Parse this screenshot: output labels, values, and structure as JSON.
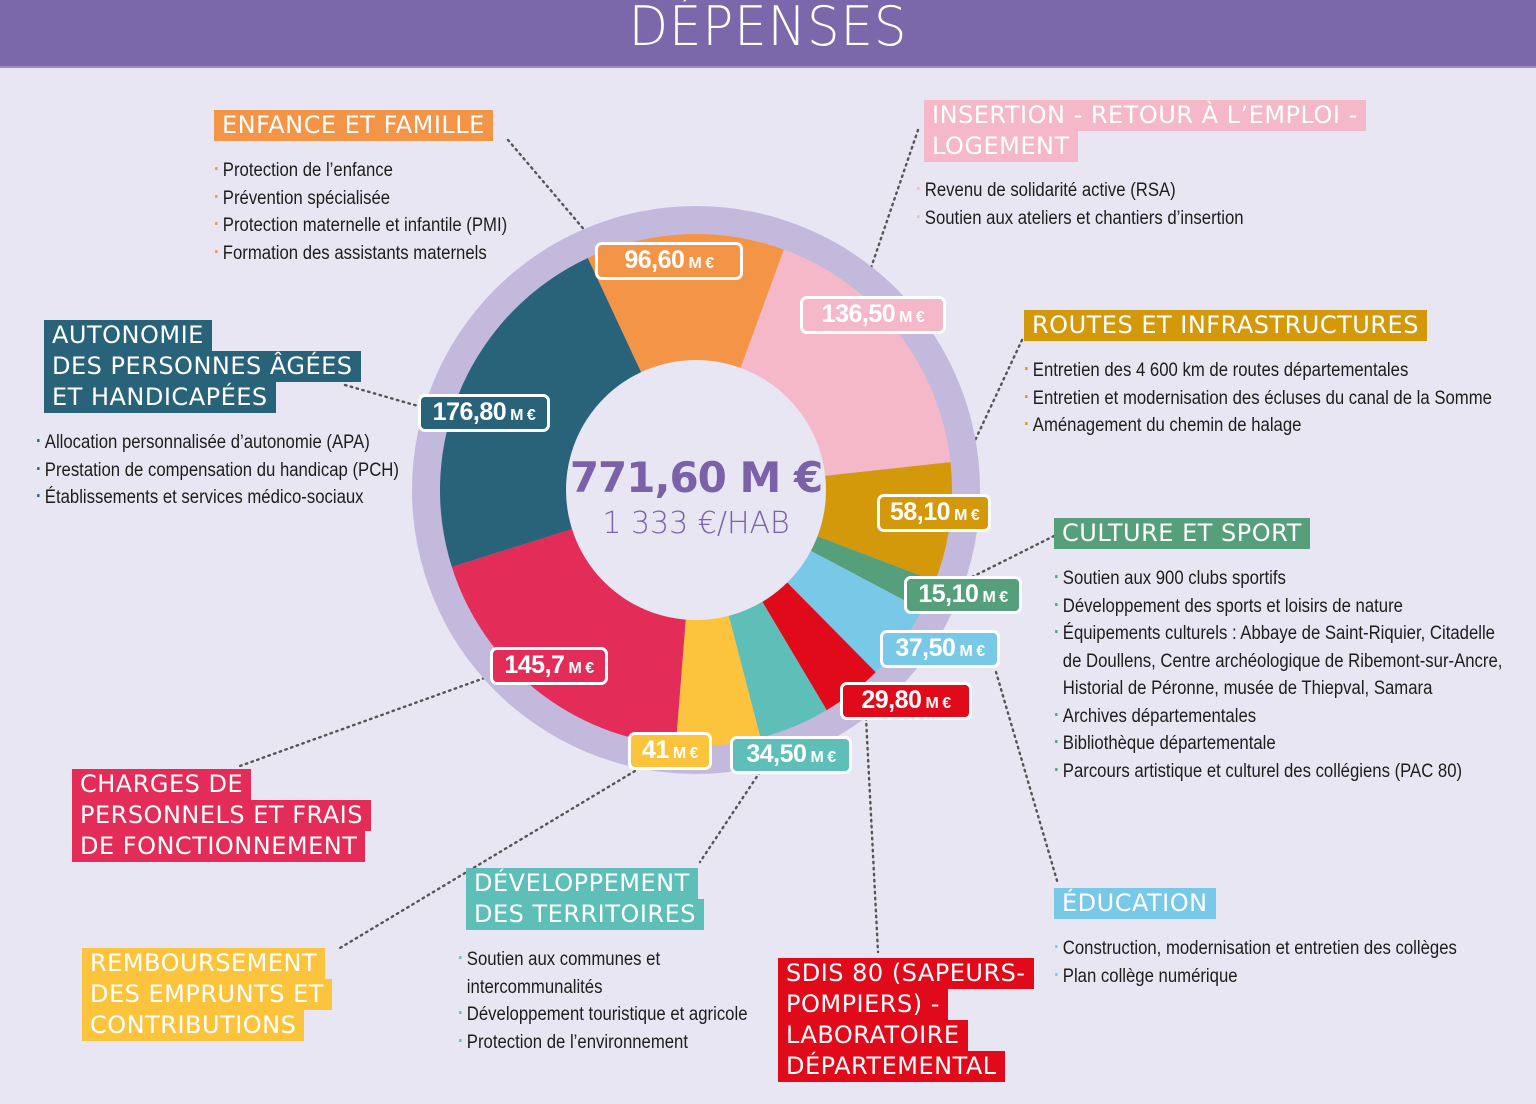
{
  "header": {
    "title": "DÉPENSES"
  },
  "center": {
    "total": "771,60 M €",
    "per_capita": "1 333 €/HAB"
  },
  "colors": {
    "header_bg": "#7b68aa",
    "background": "#e8e6f2",
    "outer_ring": "#c3b9dd",
    "center_text": "#7b62a8"
  },
  "categories": [
    {
      "id": "enfance",
      "title_lines": [
        "ENFANCE ET FAMILLE"
      ],
      "value_label": "96,60",
      "unit": "M €",
      "color": "#f39447",
      "items": [
        "Protection de l’enfance",
        "Prévention spécialisée",
        "Protection maternelle et infantile (PMI)",
        "Formation des assistants maternels"
      ]
    },
    {
      "id": "insertion",
      "title_lines": [
        "INSERTION - RETOUR À L’EMPLOI -",
        "LOGEMENT"
      ],
      "value_label": "136,50",
      "unit": "M €",
      "color": "#f4b8c8",
      "items": [
        "Revenu de solidarité active (RSA)",
        "Soutien aux ateliers et chantiers d’insertion"
      ]
    },
    {
      "id": "routes",
      "title_lines": [
        "ROUTES ET INFRASTRUCTURES"
      ],
      "value_label": "58,10",
      "unit": "M €",
      "color": "#d4990b",
      "items": [
        "Entretien des 4 600 km de routes départementales",
        "Entretien et modernisation des écluses du canal de la Somme",
        "Aménagement du chemin de halage"
      ]
    },
    {
      "id": "culture",
      "title_lines": [
        "CULTURE ET SPORT"
      ],
      "value_label": "15,10",
      "unit": "M €",
      "color": "#55a07a",
      "items": [
        "Soutien aux 900 clubs sportifs",
        "Développement des sports et loisirs de nature",
        "Équipements culturels : Abbaye de Saint-Riquier, Citadelle",
        "de Doullens, Centre archéologique de Ribemont-sur-Ancre,",
        "Historial de Péronne, musée de Thiepval, Samara",
        "Archives départementales",
        "Bibliothèque départementale",
        "Parcours artistique et culturel des collégiens (PAC 80)"
      ]
    },
    {
      "id": "education",
      "title_lines": [
        "ÉDUCATION"
      ],
      "value_label": "37,50",
      "unit": "M €",
      "color": "#78c8e8",
      "items": [
        "Construction, modernisation et entretien des collèges",
        "Plan collège numérique"
      ]
    },
    {
      "id": "sdis",
      "title_lines": [
        "SDIS 80 (SAPEURS-",
        "POMPIERS) -",
        "LABORATOIRE",
        "DÉPARTEMENTAL"
      ],
      "value_label": "29,80",
      "unit": "M €",
      "color": "#e10a1a",
      "items": []
    },
    {
      "id": "territoires",
      "title_lines": [
        "DÉVELOPPEMENT",
        "DES TERRITOIRES"
      ],
      "value_label": "34,50",
      "unit": "M €",
      "color": "#5dbfb8",
      "items": [
        "Soutien aux communes et",
        "intercommunalités",
        "Développement touristique et agricole",
        "Protection de l’environnement"
      ]
    },
    {
      "id": "emprunts",
      "title_lines": [
        "REMBOURSEMENT",
        "DES EMPRUNTS ET",
        "CONTRIBUTIONS"
      ],
      "value_label": "41",
      "unit": "M €",
      "color": "#fcc43d",
      "items": []
    },
    {
      "id": "charges",
      "title_lines": [
        "CHARGES DE",
        "PERSONNELS ET FRAIS",
        "DE FONCTIONNEMENT"
      ],
      "value_label": "145,7",
      "unit": "M €",
      "color": "#e32c58",
      "items": []
    },
    {
      "id": "autonomie",
      "title_lines": [
        "AUTONOMIE",
        "DES PERSONNES ÂGÉES",
        "ET HANDICAPÉES"
      ],
      "value_label": "176,80",
      "unit": "M €",
      "color": "#28637a",
      "items": [
        "Allocation personnalisée d’autonomie (APA)",
        "Prestation de compensation du handicap (PCH)",
        "Établissements et services médico-sociaux"
      ]
    }
  ],
  "chart_data": {
    "type": "pie",
    "title": "DÉPENSES",
    "subtitle": "771,60 M € — 1 333 €/HAB",
    "unit": "M €",
    "donut": true,
    "categories": [
      "Enfance et famille",
      "Insertion - Retour à l’emploi - Logement",
      "Routes et infrastructures",
      "Culture et sport",
      "Éducation",
      "SDIS 80 (Sapeurs-pompiers) - Laboratoire départemental",
      "Développement des territoires",
      "Remboursement des emprunts et contributions",
      "Charges de personnels et frais de fonctionnement",
      "Autonomie des personnes âgées et handicapées"
    ],
    "values": [
      96.6,
      136.5,
      58.1,
      15.1,
      37.5,
      29.8,
      34.5,
      41.0,
      145.7,
      176.8
    ],
    "colors": [
      "#f39447",
      "#f4b8c8",
      "#d4990b",
      "#55a07a",
      "#78c8e8",
      "#e10a1a",
      "#5dbfb8",
      "#fcc43d",
      "#e32c58",
      "#28637a"
    ],
    "total": 771.6,
    "legend": "callout labels around donut"
  }
}
